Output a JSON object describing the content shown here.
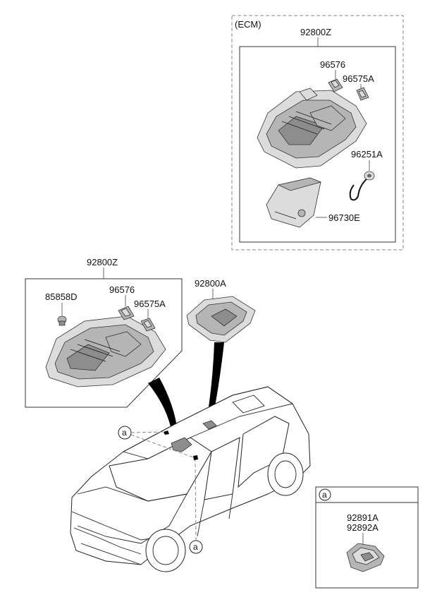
{
  "ecm_box": {
    "tag": "(ECM)",
    "assembly_label": "92800Z",
    "parts": [
      "96576",
      "96575A",
      "96251A",
      "96730E"
    ]
  },
  "main_box": {
    "assembly_label": "92800Z",
    "parts": [
      "85858D",
      "96576",
      "96575A"
    ]
  },
  "separate_lamp": {
    "label": "92800A"
  },
  "callout_a": {
    "marker": "a",
    "parts": [
      "92891A",
      "92892A"
    ]
  },
  "car_markers": [
    "a",
    "a"
  ]
}
